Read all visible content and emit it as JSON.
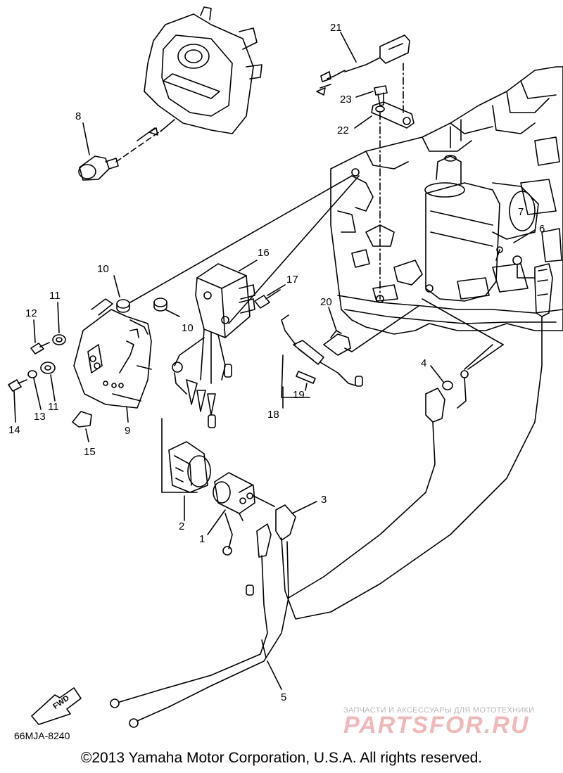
{
  "diagram": {
    "callouts": [
      "1",
      "2",
      "3",
      "4",
      "5",
      "6",
      "7",
      "8",
      "9",
      "10",
      "10",
      "11",
      "11",
      "12",
      "13",
      "14",
      "15",
      "16",
      "17",
      "18",
      "19",
      "20",
      "21",
      "22",
      "23"
    ],
    "fwd_label": "FWD",
    "diagram_code": "66MJA-8240",
    "copyright": "©2013 Yamaha Motor Corporation, U.S.A. All rights reserved."
  },
  "watermark": {
    "tagline": "ЗАПЧАСТИ И АКСЕССУАРЫ ДЛЯ МОТОТЕХНИКИ",
    "logo_text": "PARTSFOR.RU"
  }
}
